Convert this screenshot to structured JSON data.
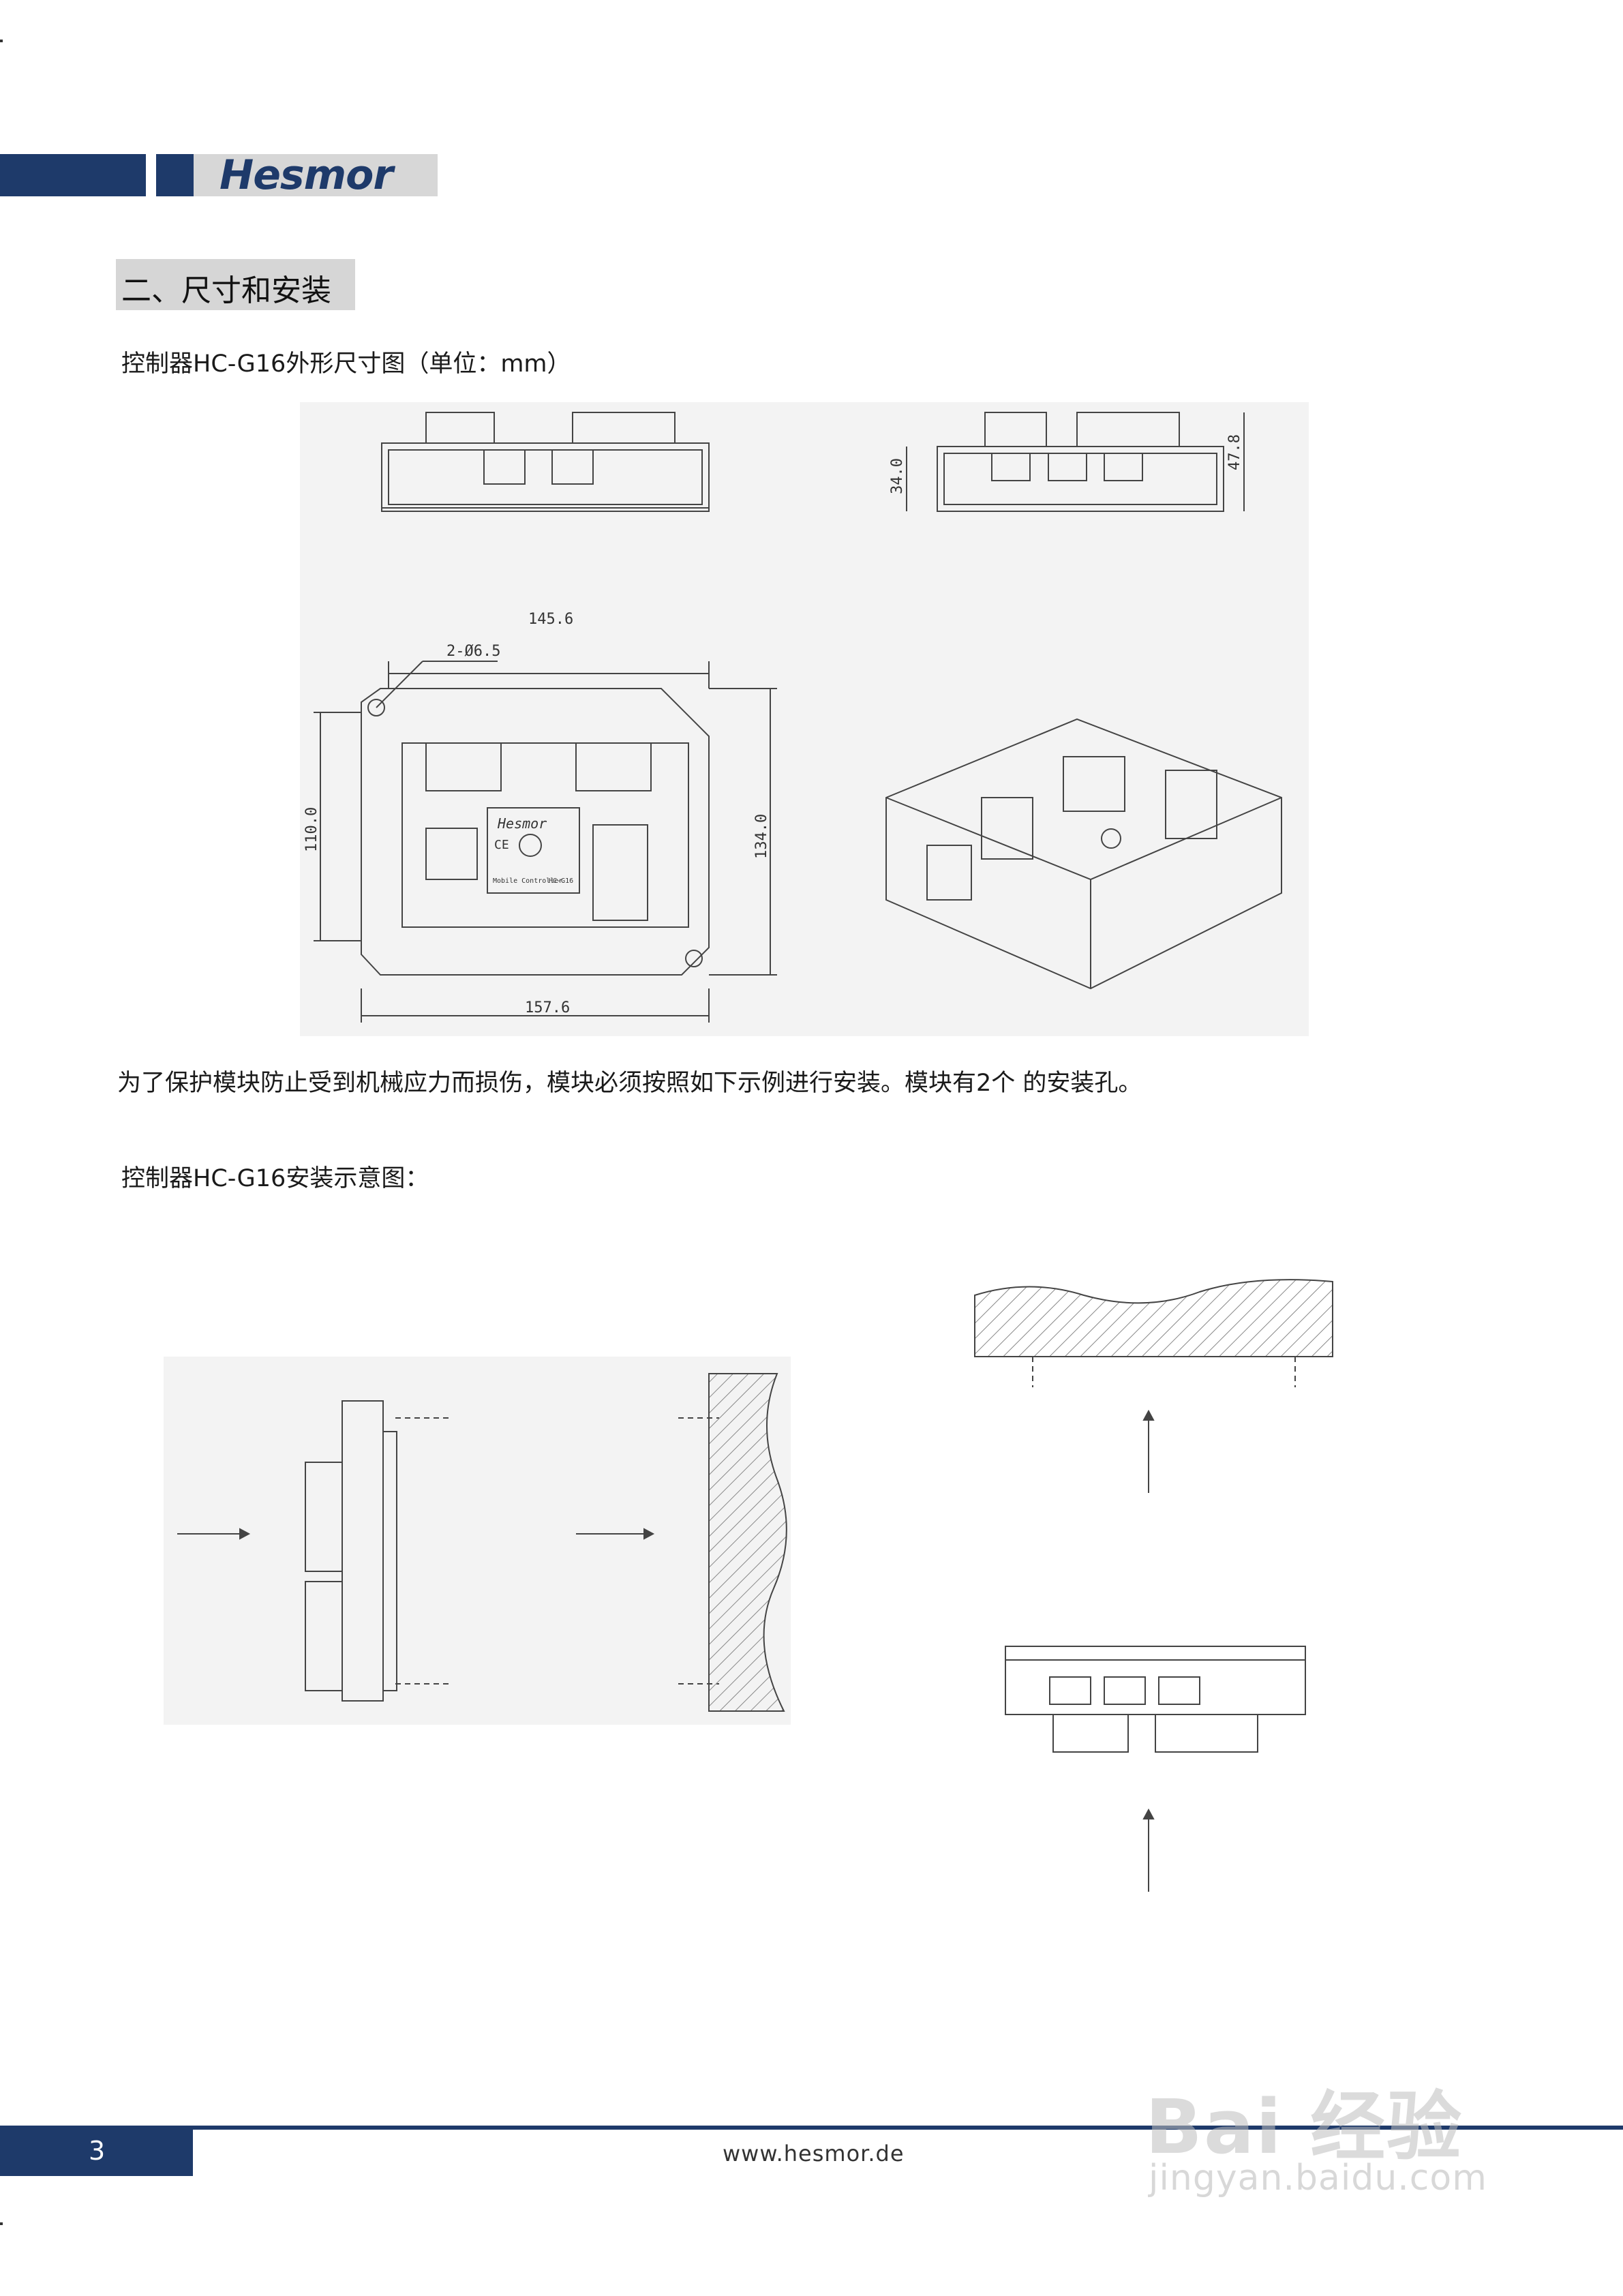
{
  "header": {
    "logo": "Hesmor"
  },
  "section": {
    "title": "二、尺寸和安装"
  },
  "captions": {
    "dimension_drawing": "控制器HC-G16外形尺寸图（单位：mm）",
    "install_note": "为了保护模块防止受到机械应力而损伤，模块必须按照如下示例进行安装。模块有2个 的安装孔。",
    "install_drawing": "控制器HC-G16安装示意图："
  },
  "drawing": {
    "dim_height_small": "34.0",
    "dim_height_large": "47.8",
    "dim_width_top": "145.6",
    "dim_hole": "2-Ø6.5",
    "dim_left": "110.0",
    "dim_right": "134.0",
    "dim_width_bottom": "157.6",
    "label_brand": "Hesmor",
    "label_ce": "CE",
    "label_product": "Mobile Controller",
    "label_model": "HC-G16"
  },
  "footer": {
    "page_number": "3",
    "url": "www.hesmor.de"
  },
  "watermark": {
    "brand": "Bai 经验",
    "domain": "jingyan.baidu.com"
  },
  "colors": {
    "brand_navy": "#1e3a6a",
    "header_gray": "#d7d7d7",
    "panel_gray": "#f3f3f3"
  }
}
